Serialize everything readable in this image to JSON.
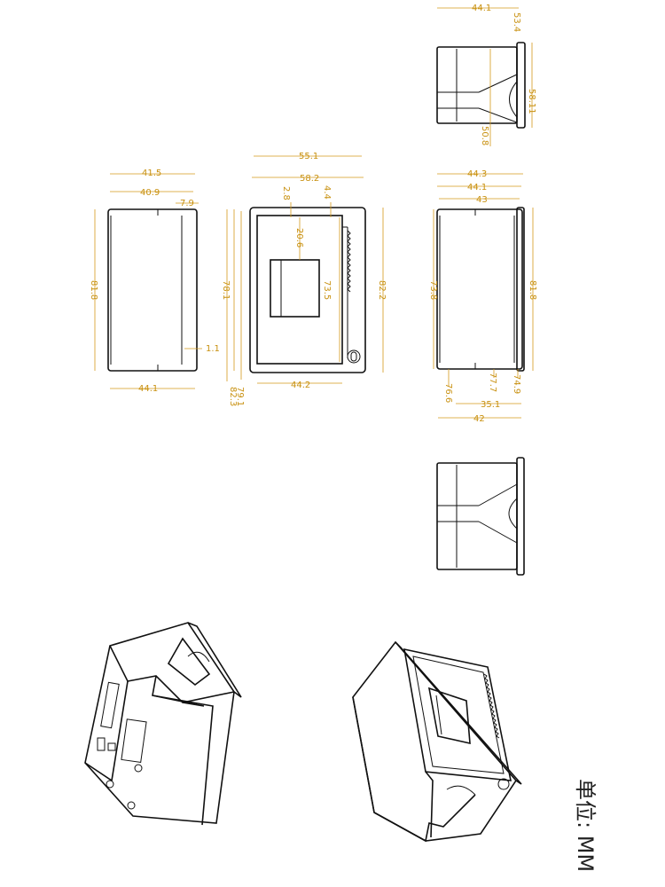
{
  "colors": {
    "outline": "#111111",
    "dimension": "#c8900f"
  },
  "unit_label": "单位: MM",
  "views": {
    "view_left": {
      "dims": [
        "41.5",
        "40.9",
        "7.9",
        "81.8",
        "1.1",
        "44.1"
      ]
    },
    "view_front": {
      "dims": [
        "55.1",
        "58.2",
        "2.8",
        "4.4",
        "20.6",
        "78.1",
        "73.5",
        "82.2",
        "44.2",
        "79.1",
        "82.3"
      ]
    },
    "view_top": {
      "dims": [
        "44.1",
        "53.4",
        "58.11",
        "50.8"
      ]
    },
    "view_right": {
      "dims": [
        "44.3",
        "44.1",
        "43",
        "73.8",
        "81.8",
        "76.6",
        "77.7",
        "74.9",
        "35.1",
        "42"
      ]
    }
  }
}
